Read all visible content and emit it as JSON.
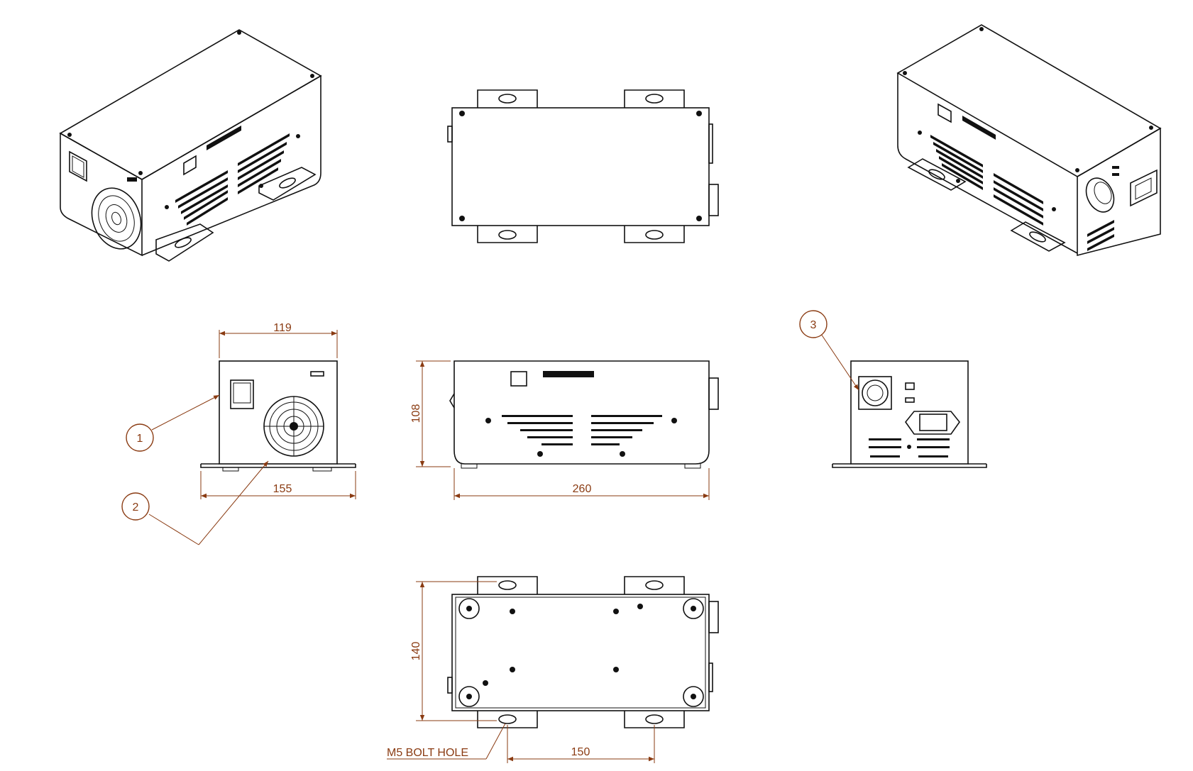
{
  "dimensions": {
    "width_top": "119",
    "width_base": "155",
    "length": "260",
    "height": "108",
    "depth": "140",
    "hole_spacing": "150"
  },
  "callouts": {
    "c1": "1",
    "c2": "2",
    "c3": "3"
  },
  "notes": {
    "bolt_hole": "M5 BOLT HOLE"
  },
  "colors": {
    "line": "#111111",
    "dimension": "#8a3b12"
  }
}
